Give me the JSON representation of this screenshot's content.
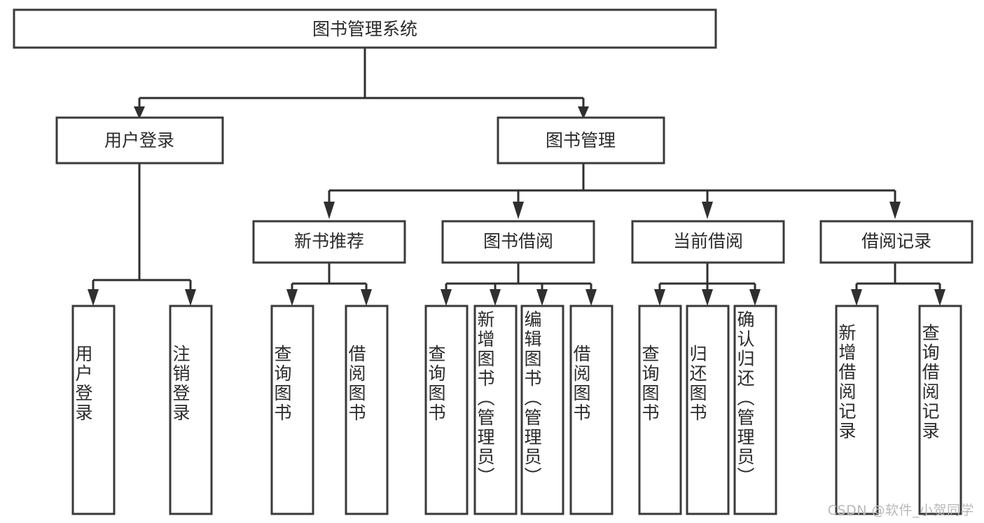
{
  "diagram": {
    "title": "图书管理系统",
    "type": "tree",
    "watermark": "CSDN @软件_小贺同学",
    "colors": {
      "box_stroke": "#3a3a3a",
      "connector": "#2f2f2f",
      "text": "#2b2b2b",
      "background": "#ffffff",
      "watermark": "#b9b9b9"
    },
    "levels": {
      "root": {
        "label": "图书管理系统"
      },
      "level2": [
        {
          "id": "user-login",
          "label": "用户登录"
        },
        {
          "id": "book-management",
          "label": "图书管理"
        }
      ],
      "level3": [
        {
          "id": "new-book-recommend",
          "label": "新书推荐",
          "parent": "book-management"
        },
        {
          "id": "book-borrow",
          "label": "图书借阅",
          "parent": "book-management"
        },
        {
          "id": "current-borrow",
          "label": "当前借阅",
          "parent": "book-management"
        },
        {
          "id": "borrow-record",
          "label": "借阅记录",
          "parent": "book-management"
        }
      ],
      "leaves": [
        {
          "id": "leaf-user-login",
          "label": "用户登录",
          "parent": "user-login"
        },
        {
          "id": "leaf-logout-login",
          "label": "注销登录",
          "parent": "user-login"
        },
        {
          "id": "leaf-query-book-1",
          "label": "查询图书",
          "parent": "new-book-recommend"
        },
        {
          "id": "leaf-borrow-book-1",
          "label": "借阅图书",
          "parent": "new-book-recommend"
        },
        {
          "id": "leaf-query-book-2",
          "label": "查询图书",
          "parent": "book-borrow"
        },
        {
          "id": "leaf-add-book",
          "label": "新增图书（管理员）",
          "parent": "book-borrow"
        },
        {
          "id": "leaf-edit-book",
          "label": "编辑图书（管理员）",
          "parent": "book-borrow"
        },
        {
          "id": "leaf-borrow-book-2",
          "label": "借阅图书",
          "parent": "book-borrow"
        },
        {
          "id": "leaf-query-book-3",
          "label": "查询图书",
          "parent": "current-borrow"
        },
        {
          "id": "leaf-return-book",
          "label": "归还图书",
          "parent": "current-borrow"
        },
        {
          "id": "leaf-confirm-return",
          "label": "确认归还（管理员）",
          "parent": "current-borrow"
        },
        {
          "id": "leaf-add-record",
          "label": "新增借阅记录",
          "parent": "borrow-record"
        },
        {
          "id": "leaf-query-record",
          "label": "查询借阅记录",
          "parent": "borrow-record"
        }
      ]
    }
  }
}
